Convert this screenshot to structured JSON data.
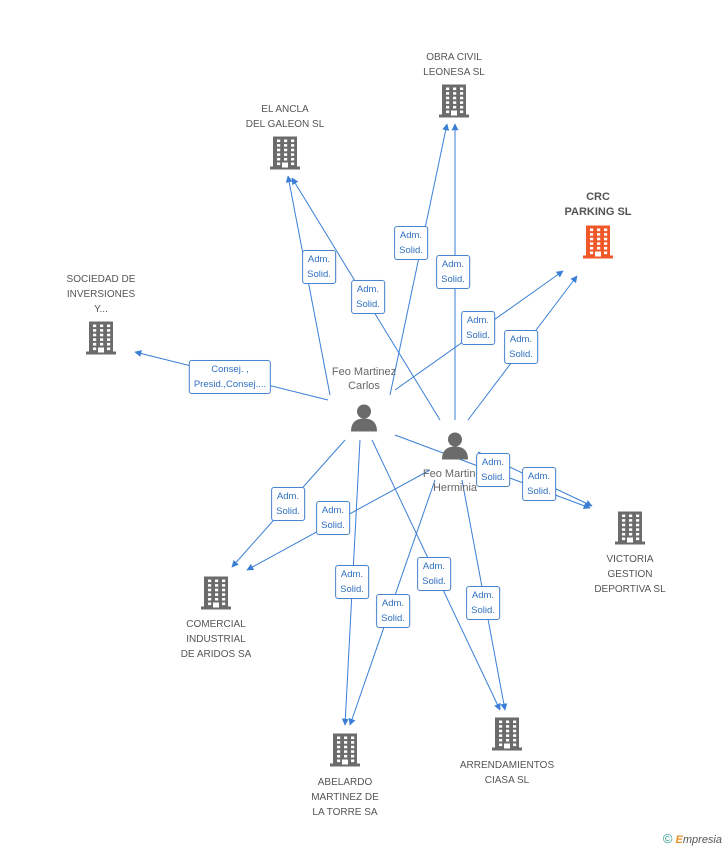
{
  "companies": [
    {
      "id": "obra",
      "name": [
        "OBRA CIVIL",
        "LEONESA SL"
      ],
      "highlight": false
    },
    {
      "id": "ancla",
      "name": [
        "EL ANCLA",
        "DEL GALEON SL"
      ],
      "highlight": false
    },
    {
      "id": "crc",
      "name": [
        "CRC",
        "PARKING SL"
      ],
      "highlight": true
    },
    {
      "id": "sociedad",
      "name": [
        "SOCIEDAD DE",
        "INVERSIONES",
        "Y..."
      ],
      "highlight": false
    },
    {
      "id": "victoria",
      "name": [
        "VICTORIA",
        "GESTION",
        "DEPORTIVA SL"
      ],
      "highlight": false
    },
    {
      "id": "comercial",
      "name": [
        "COMERCIAL",
        "INDUSTRIAL",
        "DE ARIDOS SA"
      ],
      "highlight": false
    },
    {
      "id": "abelardo",
      "name": [
        "ABELARDO",
        "MARTINEZ DE",
        "LA TORRE SA"
      ],
      "highlight": false
    },
    {
      "id": "arrendamientos",
      "name": [
        "ARRENDAMIENTOS",
        "CIASA  SL"
      ],
      "highlight": false
    }
  ],
  "persons": [
    {
      "id": "carlos",
      "name": [
        "Feo Martinez",
        "Carlos"
      ]
    },
    {
      "id": "herminia",
      "name": [
        "Feo Martinez",
        "Herminia"
      ]
    }
  ],
  "edge_labels": [
    {
      "id": "l1",
      "lines": [
        "Adm.",
        "Solid."
      ]
    },
    {
      "id": "l2",
      "lines": [
        "Adm.",
        "Solid."
      ]
    },
    {
      "id": "l3",
      "lines": [
        "Adm.",
        "Solid."
      ]
    },
    {
      "id": "l4",
      "lines": [
        "Adm.",
        "Solid."
      ]
    },
    {
      "id": "l5",
      "lines": [
        "Adm.",
        "Solid."
      ]
    },
    {
      "id": "l6",
      "lines": [
        "Adm.",
        "Solid."
      ]
    },
    {
      "id": "l7",
      "lines": [
        "Consej. ,",
        "Presid.,Consej...."
      ]
    },
    {
      "id": "l8",
      "lines": [
        "Adm.",
        "Solid."
      ]
    },
    {
      "id": "l9",
      "lines": [
        "Adm.",
        "Solid."
      ]
    },
    {
      "id": "l10",
      "lines": [
        "Adm.",
        "Solid."
      ]
    },
    {
      "id": "l11",
      "lines": [
        "Adm.",
        "Solid."
      ]
    },
    {
      "id": "l12",
      "lines": [
        "Adm.",
        "Solid."
      ]
    },
    {
      "id": "l13",
      "lines": [
        "Adm.",
        "Solid."
      ]
    },
    {
      "id": "l14",
      "lines": [
        "Adm.",
        "Solid."
      ]
    },
    {
      "id": "l15",
      "lines": [
        "Adm.",
        "Solid."
      ]
    }
  ],
  "colors": {
    "edge": "#3a7fd5",
    "building": "#6b6b6b",
    "building_highlight": "#f0582a",
    "person": "#6b6b6b"
  },
  "footer": {
    "symbol": "©",
    "brand_first": "E",
    "brand_rest": "mpresia"
  }
}
